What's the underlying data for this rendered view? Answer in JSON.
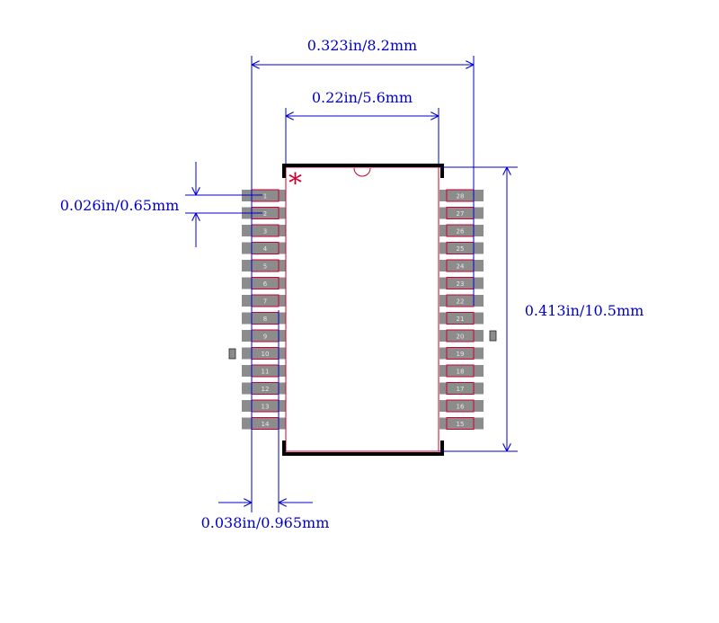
{
  "dimensions": {
    "overall_width": "0.323in/8.2mm",
    "body_width": "0.22in/5.6mm",
    "pitch": "0.026in/0.65mm",
    "length": "0.413in/10.5mm",
    "pad_width": "0.038in/0.965mm"
  },
  "pins": {
    "left": [
      "1",
      "2",
      "3",
      "4",
      "5",
      "6",
      "7",
      "8",
      "9",
      "10",
      "11",
      "12",
      "13",
      "14"
    ],
    "right": [
      "28",
      "27",
      "26",
      "25",
      "24",
      "23",
      "22",
      "21",
      "20",
      "19",
      "18",
      "17",
      "16",
      "15"
    ]
  },
  "pin1_marker": "*",
  "colors": {
    "dimension": "#0000cc",
    "pad": "#8c8c8c",
    "outline": "#cc0033",
    "body": "#000000"
  }
}
